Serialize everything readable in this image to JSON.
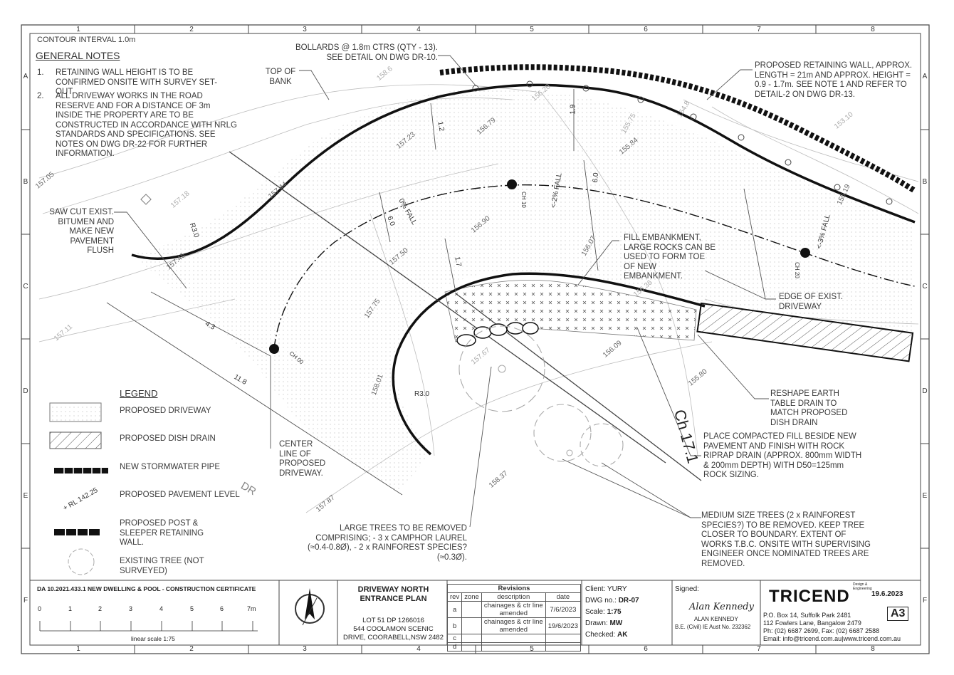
{
  "grid": {
    "columns": [
      "1",
      "2",
      "3",
      "4",
      "5",
      "6",
      "7",
      "8"
    ],
    "rows": [
      "A",
      "B",
      "C",
      "D",
      "E",
      "F"
    ]
  },
  "contour_interval": "CONTOUR INTERVAL 1.0m",
  "general_notes": {
    "title": "GENERAL NOTES",
    "items": [
      {
        "num": "1.",
        "text": "RETAINING WALL HEIGHT IS TO BE CONFIRMED ONSITE WITH SURVEY SET-OUT."
      },
      {
        "num": "2.",
        "text": "ALL DRIVEWAY WORKS IN THE ROAD RESERVE AND FOR A DISTANCE OF 3m INSIDE THE PROPERTY ARE TO BE CONSTRUCTED IN ACCORDANCE WITH  NRLG STANDARDS AND SPECIFICATIONS. SEE NOTES ON DWG DR-22 FOR FURTHER INFORMATION."
      }
    ]
  },
  "callouts": {
    "bollards": "BOLLARDS @ 1.8m CTRS (QTY - 13). SEE DETAIL ON DWG DR-10.",
    "top_of_bank": "TOP OF BANK",
    "retaining_wall": "PROPOSED RETAINING WALL, APPROX. LENGTH = 21m AND APPROX. HEIGHT = 0.9 - 1.7m. SEE NOTE 1 AND REFER TO DETAIL-2 ON DWG DR-13.",
    "saw_cut": "SAW CUT EXIST. BITUMEN AND MAKE NEW PAVEMENT FLUSH",
    "fill_embankment": "FILL EMBANKMENT, LARGE ROCKS CAN BE USED TO FORM TOE OF NEW EMBANKMENT.",
    "edge_existing": "EDGE OF EXIST. DRIVEWAY",
    "reshape": "RESHAPE EARTH TABLE DRAIN TO MATCH PROPOSED DISH DRAIN",
    "compacted_fill": "PLACE COMPACTED FILL BESIDE NEW PAVEMENT AND FINISH WITH ROCK RIPRAP DRAIN (APPROX. 800mm WIDTH & 200mm DEPTH) WITH D50=125mm ROCK SIZING.",
    "center_line": "CENTER LINE OF PROPOSED DRIVEWAY.",
    "medium_trees": "MEDIUM SIZE TREES (2 x RAINFOREST SPECIES?) TO BE REMOVED. KEEP TREE CLOSER TO BOUNDARY. EXTENT OF WORKS T.B.C. ONSITE WITH SUPERVISING ENGINEER ONCE NOMINATED TREES ARE REMOVED.",
    "large_trees": "LARGE TREES TO BE REMOVED COMPRISING; - 3 x CAMPHOR LAUREL (≈0.4-0.8Ø), - 2 x RAINFOREST SPECIES? (≈0.3Ø)."
  },
  "plan_labels": {
    "ch00": "CH 00",
    "ch10": "CH 10",
    "ch20": "CH 20",
    "ch171": "Ch 17.1",
    "fall0": "0% FALL",
    "fall2": "<-2% FALL",
    "fall3": "<-3% FALL",
    "r30a": "R3.0",
    "r30b": "R3.0",
    "d43": "4.3",
    "d118": "11.8",
    "d12": "1.2",
    "d19": "1.9",
    "d60a": "6.0",
    "d60b": "6.0",
    "d17": "1.7",
    "dr": "DR",
    "levels": [
      "157.23",
      "156.79",
      "155.84",
      "157.44",
      "156.90",
      "156.07",
      "157.50",
      "157.45",
      "157.75",
      "156.09",
      "158.01",
      "158.37",
      "155.80",
      "157.87",
      "157.18",
      "157.11",
      "156.36",
      "157.05",
      "153.10",
      "155.19",
      "158.6",
      "156.20",
      "155.75",
      "154.8",
      "157.67"
    ]
  },
  "legend": {
    "title": "LEGEND",
    "items": [
      {
        "icon": "driveway-swatch",
        "label": "PROPOSED DRIVEWAY"
      },
      {
        "icon": "dish-drain-swatch",
        "label": "PROPOSED DISH DRAIN"
      },
      {
        "icon": "stormwater-pipe-swatch",
        "label": "NEW STORMWATER PIPE"
      },
      {
        "icon": "pavement-level-swatch",
        "sample": "+ RL 142.25",
        "label": "PROPOSED PAVEMENT LEVEL"
      },
      {
        "icon": "retaining-wall-swatch",
        "label": "PROPOSED POST & SLEEPER RETAINING WALL."
      },
      {
        "icon": "tree-swatch",
        "label": "EXISTING TREE (NOT SURVEYED)"
      }
    ]
  },
  "title_block": {
    "da": "DA 10.2021.433.1 NEW DWELLING & POOL - CONSTRUCTION CERTIFICATE",
    "scale_ticks": [
      "0",
      "1",
      "2",
      "3",
      "4",
      "5",
      "6",
      "7m"
    ],
    "scale_caption": "linear scale 1:75",
    "title": "DRIVEWAY NORTH ENTRANCE PLAN",
    "lot": "LOT 51 DP 1266016",
    "address1": "544 COOLAMON SCENIC",
    "address2": "DRIVE, COORABELL,NSW 2482",
    "revisions": {
      "heading": "Revisions",
      "cols": [
        "rev",
        "zone",
        "description",
        "date"
      ],
      "rows": [
        {
          "rev": "a",
          "zone": "",
          "description": "chainages & ctr line amended",
          "date": "7/6/2023"
        },
        {
          "rev": "b",
          "zone": "",
          "description": "chainages & ctr line amended",
          "date": "19/6/2023"
        },
        {
          "rev": "c",
          "zone": "",
          "description": "",
          "date": ""
        },
        {
          "rev": "d",
          "zone": "",
          "description": "",
          "date": ""
        }
      ]
    },
    "client_label": "Client:",
    "client": "YURY",
    "dwg_label": "DWG no.:",
    "dwg": "DR-07",
    "scale_label": "Scale:",
    "scale": "1:75",
    "drawn_label": "Drawn:",
    "drawn": "MW",
    "checked_label": "Checked:",
    "checked": "AK",
    "signed_label": "Signed:",
    "signature": "Alan Kennedy",
    "engineer": "ALAN KENNEDY",
    "engineer_quals": "B.E. (Civil) IE Aust No. 232362",
    "company": "TRICEND",
    "company_tag": "Design & Engineering",
    "date": "19.6.2023",
    "sheet": "A3",
    "contact": [
      "P.O. Box 14, Suffolk Park 2481",
      "112 Fowlers Lane, Bangalow 2479",
      "Ph: (02) 6687 2699, Fax: (02) 6687 2588",
      "Email: info@tricend.com.au|www.tricend.com.au"
    ]
  }
}
